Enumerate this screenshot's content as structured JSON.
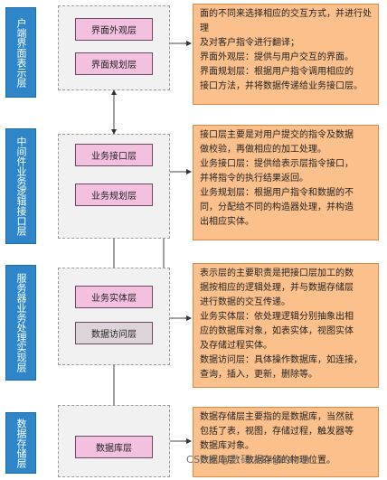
{
  "tiers": [
    {
      "label": "户端界面表示层"
    },
    {
      "label": "中间件业务逻辑接口层"
    },
    {
      "label": "服务器业务处理实现层"
    },
    {
      "label": "数据存储层"
    }
  ],
  "boxes": [
    {
      "label": "界面外观层"
    },
    {
      "label": "界面规划层"
    },
    {
      "label": "业务接口层"
    },
    {
      "label": "业务规划层"
    },
    {
      "label": "业务实体层"
    },
    {
      "label": "数据访问层"
    },
    {
      "label": "数据库层"
    }
  ],
  "notes": [
    {
      "lines": [
        "面的不同来选择相应的交互方式，并进行处理",
        "及对客户指令进行翻译；",
        "界面外观层：提供与用户交互的界面。",
        "界面规划层：根据用户指令调用相应的",
        "接口方法，并将数据传递给业务接口层。"
      ]
    },
    {
      "lines": [
        "接口层主要是对用户提交的指令及数据",
        "做校验，再做相应的加工处理。",
        "业务接口层：提供给表示层指令接口，",
        "并将指令的执行结果返回。",
        "业务规划层：根据用户指令和数据的不",
        "同，分配给不同的构造器处理，并构造",
        "出相应实体。"
      ]
    },
    {
      "lines": [
        "表示层的主要职责是把接口层加工的数",
        "据按相应的逻辑处理，并与数据存储层",
        "进行数据的交互传递。",
        "业务实体层：依处理逻辑分别抽象出相",
        "应的数据库对象，如表实体，视图实体",
        "及存储过程实体。",
        "数据访问层：具体操作数据库，如连接，",
        "查询，插入，更新，删除等。"
      ]
    },
    {
      "lines": [
        "数据存储层主要指的是数据库，当然就",
        "包括了表，视图，存储过程，触发器等",
        "数据库对象。",
        "数据库层：数据存储的物理位置。"
      ]
    }
  ],
  "watermark": "CSDN @数码人Digital or",
  "colors": {
    "tier_blue": "#2e86c9",
    "box_pink": "#f4c0e0",
    "note_orange": "#fbc08c",
    "zone_grey": "#f1f1f1"
  }
}
